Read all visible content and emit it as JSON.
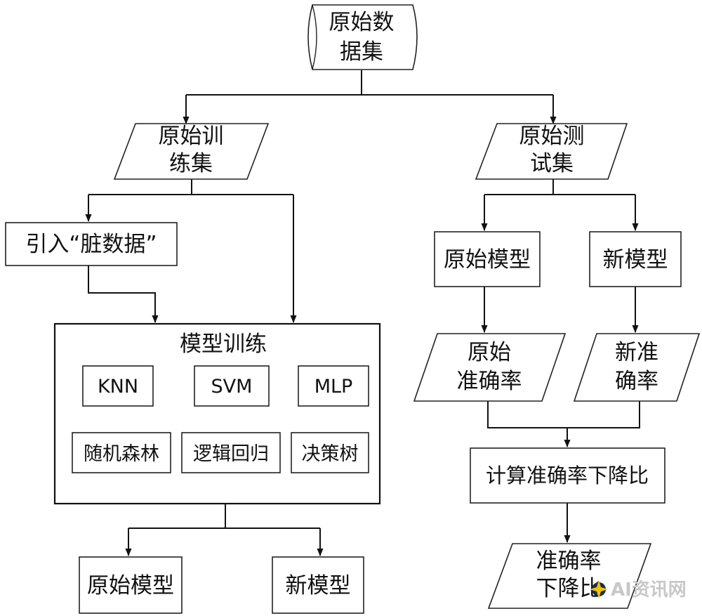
{
  "diagram": {
    "dataset": {
      "lines": [
        "原始数",
        "据集"
      ]
    },
    "train_set": {
      "lines": [
        "原始训",
        "练集"
      ]
    },
    "test_set": {
      "lines": [
        "原始测",
        "试集"
      ]
    },
    "dirty_data": {
      "label": "引入“脏数据”"
    },
    "training": {
      "title": "模型训练",
      "algorithms": [
        "KNN",
        "SVM",
        "MLP",
        "随机森林",
        "逻辑回归",
        "决策树"
      ]
    },
    "left_outputs": {
      "original_model": "原始模型",
      "new_model": "新模型"
    },
    "right_models": {
      "original_model": "原始模型",
      "new_model": "新模型"
    },
    "original_accuracy": {
      "lines": [
        "原始",
        "准确率"
      ]
    },
    "new_accuracy": {
      "lines": [
        "新准",
        "确率"
      ]
    },
    "compute": {
      "label": "计算准确率下降比"
    },
    "accuracy_drop": {
      "lines": [
        "准确率",
        "下降比"
      ]
    }
  },
  "watermark": {
    "text": "AI资讯网",
    "icon": "sparkle-icon",
    "color": "#c8c8c8"
  }
}
